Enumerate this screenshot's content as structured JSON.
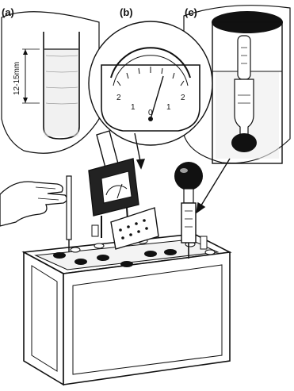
{
  "figure": {
    "panel_labels": [
      "(a)",
      "(b)",
      "(c)"
    ],
    "level_annotation": "12-15mm",
    "meter_scale": {
      "ticks": [
        "2",
        "1",
        "0",
        "1",
        "2"
      ]
    }
  }
}
